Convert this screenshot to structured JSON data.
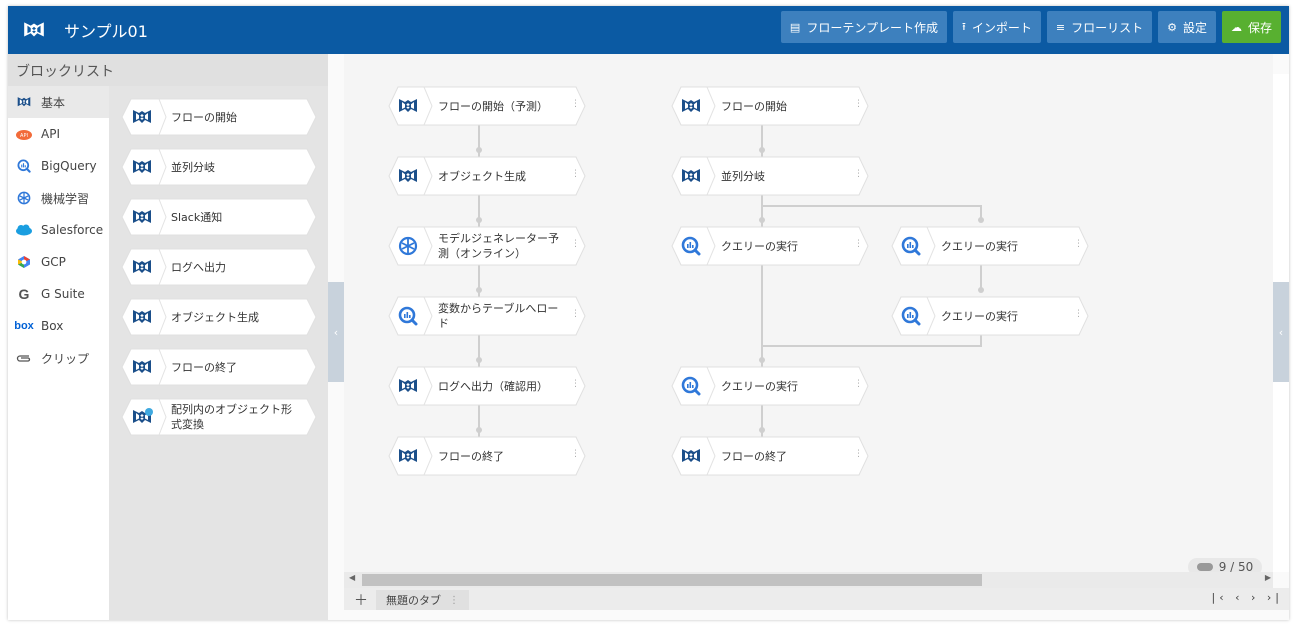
{
  "app": {
    "title": "サンプル01"
  },
  "header": {
    "buttons": [
      {
        "icon": "template-icon",
        "label": "フローテンプレート作成"
      },
      {
        "icon": "upload-icon",
        "label": "インポート"
      },
      {
        "icon": "list-icon",
        "label": "フローリスト"
      },
      {
        "icon": "gear-icon",
        "label": "設定"
      },
      {
        "icon": "cloud-upload-icon",
        "label": "保存"
      }
    ]
  },
  "sidebar": {
    "title": "ブロックリスト",
    "categories": [
      {
        "label": "基本",
        "icon": "magic-block-icon",
        "active": true
      },
      {
        "label": "API",
        "icon": "api-icon"
      },
      {
        "label": "BigQuery",
        "icon": "bigquery-icon"
      },
      {
        "label": "機械学習",
        "icon": "brain-icon"
      },
      {
        "label": "Salesforce",
        "icon": "salesforce-cloud-icon"
      },
      {
        "label": "GCP",
        "icon": "gcp-icon"
      },
      {
        "label": "G Suite",
        "icon": "g-suite-icon"
      },
      {
        "label": "Box",
        "icon": "box-icon"
      },
      {
        "label": "クリップ",
        "icon": "paperclip-icon"
      }
    ],
    "blocks": [
      {
        "label": "フローの開始"
      },
      {
        "label": "並列分岐"
      },
      {
        "label": "Slack通知"
      },
      {
        "label": "ログへ出力"
      },
      {
        "label": "オブジェクト生成"
      },
      {
        "label": "フローの終了"
      },
      {
        "label": "配列内のオブジェクト形式変換"
      }
    ]
  },
  "canvas": {
    "flow_left": [
      {
        "label": "フローの開始（予測）",
        "icon": "magic-block-icon"
      },
      {
        "label": "オブジェクト生成",
        "icon": "magic-block-icon"
      },
      {
        "label": "モデルジェネレーター予測（オンライン）",
        "icon": "brain-icon"
      },
      {
        "label": "変数からテーブルへロード",
        "icon": "bigquery-icon"
      },
      {
        "label": "ログへ出力（確認用）",
        "icon": "magic-block-icon"
      },
      {
        "label": "フローの終了",
        "icon": "magic-block-icon"
      }
    ],
    "flow_right": [
      {
        "label": "フローの開始",
        "icon": "magic-block-icon"
      },
      {
        "label": "並列分岐",
        "icon": "magic-block-icon"
      },
      {
        "label": "クエリーの実行",
        "icon": "bigquery-icon"
      },
      {
        "label": "クエリーの実行",
        "icon": "bigquery-icon"
      },
      {
        "label": "クエリーの実行",
        "icon": "bigquery-icon"
      },
      {
        "label": "クエリーの実行",
        "icon": "bigquery-icon"
      },
      {
        "label": "フローの終了",
        "icon": "magic-block-icon"
      }
    ],
    "counter": "9 / 50"
  },
  "tabs": [
    {
      "label": "無題のタブ"
    }
  ],
  "colors": {
    "header": "#0b5aa3",
    "button": "#3d80be",
    "save": "#58b030",
    "icon_blue": "#1565c0"
  }
}
